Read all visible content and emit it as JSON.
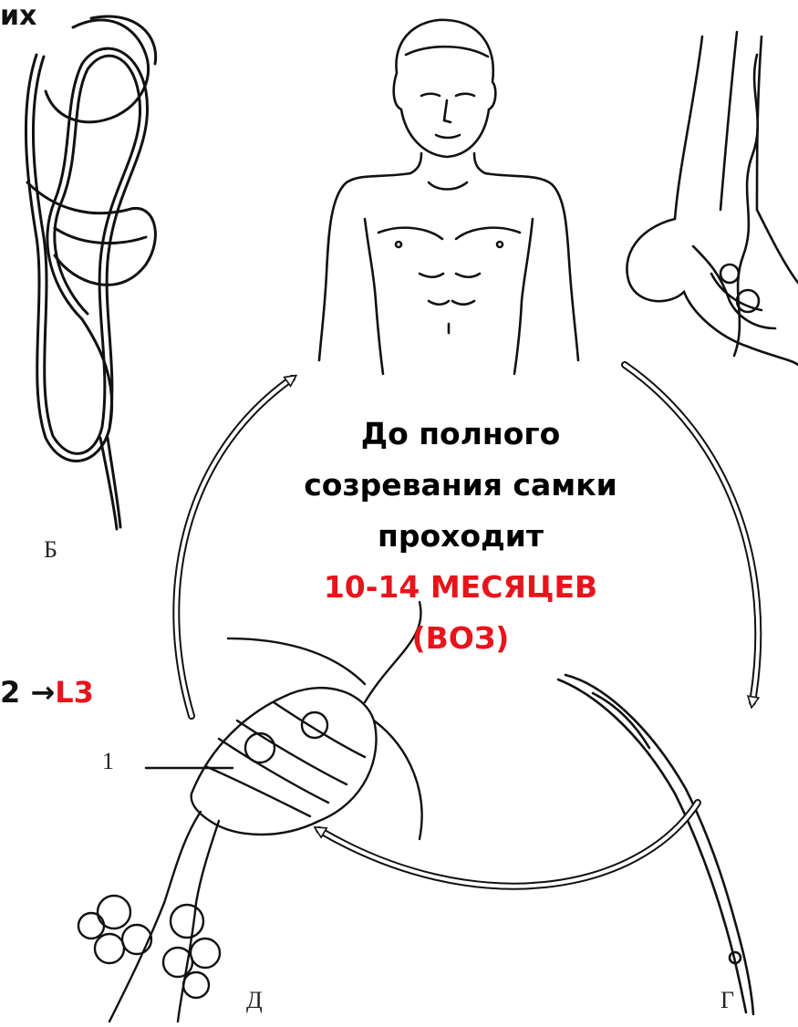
{
  "top_left_fragment": "их",
  "stage_fragment": {
    "prefix": "2 →",
    "highlight": "L3"
  },
  "center_caption": {
    "line1": "До полного",
    "line2": "созревания самки",
    "line3": "проходит",
    "line4": "10-14 МЕСЯЦЕВ",
    "line5": "(ВОЗ)"
  },
  "figure_labels": {
    "b": "Б",
    "d": "Д",
    "g": "Г",
    "one": "1"
  },
  "colors": {
    "highlight": "#e8141b",
    "ink": "#111111"
  }
}
